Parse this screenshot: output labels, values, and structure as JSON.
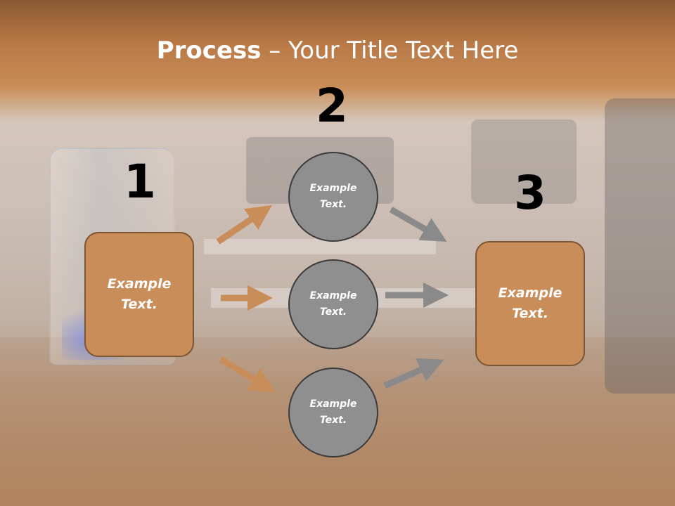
{
  "title": {
    "bold": "Process",
    "rest": " – Your Title Text Here"
  },
  "steps": {
    "one": "1",
    "two": "2",
    "three": "3"
  },
  "left_box": {
    "text": "Example\nText."
  },
  "right_box": {
    "text": "Example\nText."
  },
  "circles": [
    {
      "text": "Example\nText."
    },
    {
      "text": "Example\nText."
    },
    {
      "text": "Example\nText."
    }
  ],
  "colors": {
    "orange": "#c98d59",
    "gray": "#8f8f8f",
    "orange_arrow": "#c98d59",
    "gray_arrow": "#8a8a8a"
  }
}
